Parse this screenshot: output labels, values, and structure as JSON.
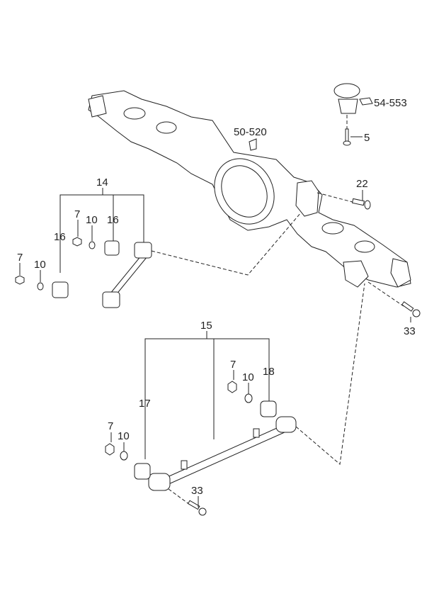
{
  "diagram": {
    "callouts": {
      "c54_553": "54-553",
      "c5": "5",
      "c50_520": "50-520",
      "c22": "22",
      "c14": "14",
      "c7a": "7",
      "c10a": "10",
      "c16a": "16",
      "c16b": "16",
      "c7b": "7",
      "c10b": "10",
      "c33a": "33",
      "c15": "15",
      "c7c": "7",
      "c10c": "10",
      "c18": "18",
      "c17": "17",
      "c7d": "7",
      "c10d": "10",
      "c33b": "33"
    }
  }
}
